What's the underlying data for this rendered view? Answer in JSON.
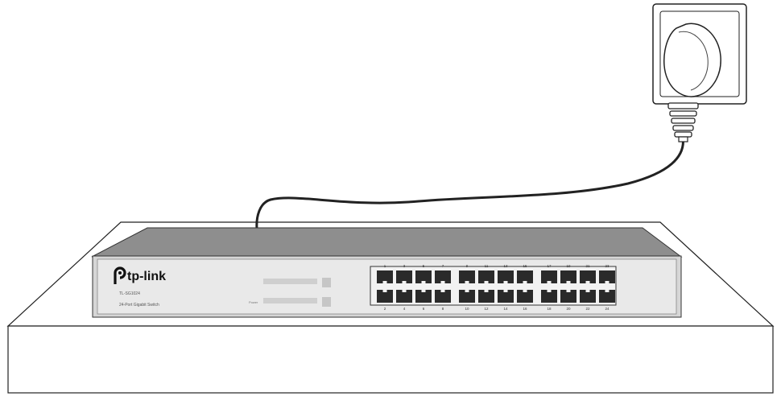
{
  "brand": {
    "logo_text": "tp-link",
    "model_text": "TL-SG1024",
    "description_text": "24-Port Gigabit Switch"
  },
  "panel": {
    "power_label": "Power"
  },
  "ports": {
    "top_labels": [
      "1",
      "3",
      "5",
      "7",
      "9",
      "11",
      "13",
      "15",
      "17",
      "19",
      "21",
      "23"
    ],
    "bottom_labels": [
      "2",
      "4",
      "6",
      "8",
      "10",
      "12",
      "14",
      "16",
      "18",
      "20",
      "22",
      "24"
    ]
  },
  "icons": {
    "logo": "tp-link-logo-icon",
    "plug": "power-plug-icon",
    "socket": "wall-socket-icon"
  },
  "colors": {
    "outline": "#222222",
    "panel": "#e4e4e4",
    "top_face": "#8e8e8e",
    "port": "#2a2a2a"
  }
}
